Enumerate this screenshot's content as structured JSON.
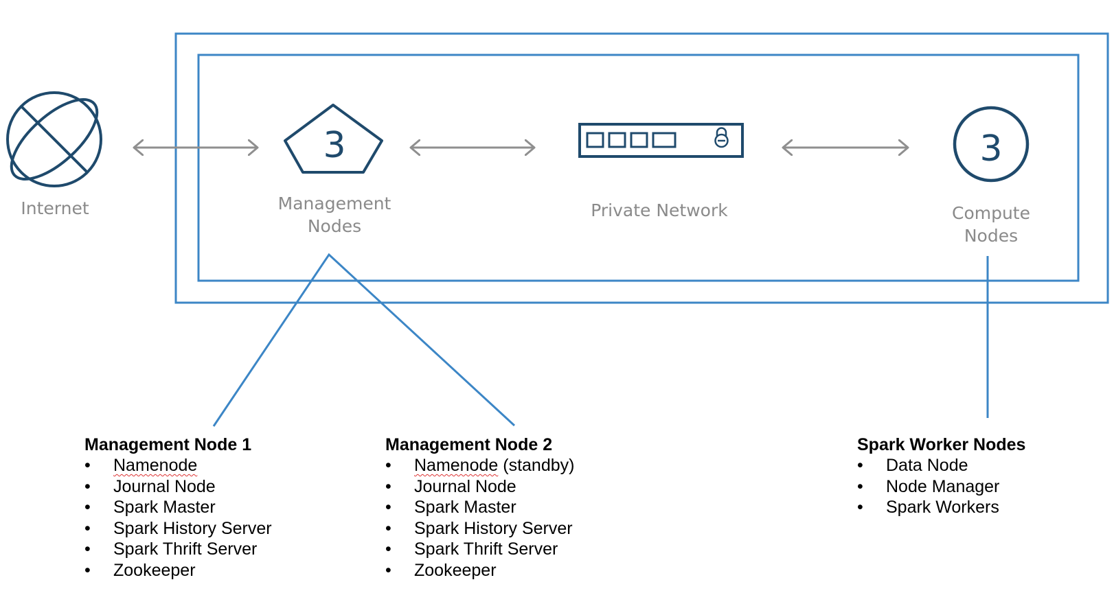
{
  "colors": {
    "frame": "#3c86c6",
    "icon": "#1f4a6c",
    "arrow": "#8f8f8f",
    "label": "#8a8a8a",
    "connector": "#3c86c6",
    "spellcheck": "#d33333"
  },
  "nodes": {
    "internet": {
      "label": "Internet",
      "icon": "globe-icon"
    },
    "management": {
      "label_line1": "Management",
      "label_line2": "Nodes",
      "count": "3",
      "icon": "pentagon-icon"
    },
    "private_network": {
      "label": "Private Network",
      "icon": "network-switch-icon"
    },
    "compute": {
      "label_line1": "Compute",
      "label_line2": "Nodes",
      "count": "3",
      "icon": "circle-icon"
    }
  },
  "panels": {
    "management_node_1": {
      "title": "Management Node 1",
      "items": [
        "Namenode",
        "Journal Node",
        "Spark Master",
        "Spark History Server",
        "Spark Thrift Server",
        "Zookeeper"
      ]
    },
    "management_node_2": {
      "title": "Management Node 2",
      "items": [
        "Namenode",
        " (standby)",
        "Journal Node",
        "Spark Master",
        "Spark History Server",
        "Spark Thrift Server",
        "Zookeeper"
      ]
    },
    "spark_worker_nodes": {
      "title": "Spark Worker Nodes",
      "items": [
        "Data Node",
        "Node Manager",
        "Spark Workers"
      ]
    }
  }
}
